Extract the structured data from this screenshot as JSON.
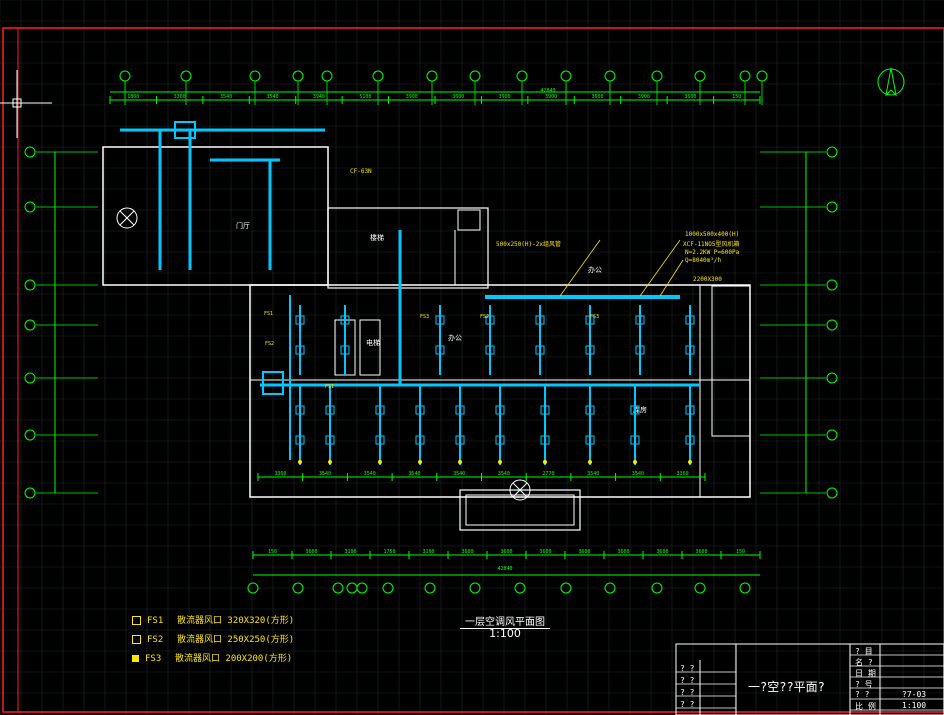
{
  "colors": {
    "background": "#000000",
    "frame": "#ff2020",
    "grid": "#1e2a2a",
    "walls": "#ffffff",
    "dimensions": "#00ff00",
    "ducts": "#00c8ff",
    "annotations": "#ffe600",
    "axis_bubbles": "#00ff00"
  },
  "north_arrow": {
    "icon": "north-arrow-icon"
  },
  "dimensions_top": [
    "1800",
    "3300",
    "3540",
    "3540",
    "3940",
    "5100",
    "3900",
    "3600",
    "3900",
    "3900",
    "3600",
    "3900",
    "3600",
    "150"
  ],
  "dimension_total_top": "42840",
  "dimensions_bottom": [
    "150",
    "3600",
    "3100",
    "1750",
    "3100",
    "3600",
    "3600",
    "3600",
    "3600",
    "3600",
    "3600",
    "3600",
    "150"
  ],
  "dimension_total_bottom": "42840",
  "dimensions_inner": [
    "3360",
    "3540",
    "3540",
    "3540",
    "3540",
    "3540",
    "2770",
    "3540",
    "3540",
    "3360"
  ],
  "room_labels": [
    "门厅",
    "楼梯",
    "电梯",
    "办公",
    "办公",
    "库房"
  ],
  "annotations": [
    "500x250(H)-2x组风管",
    "1000x500x400(H)",
    "XCF-11NO5型风机箱",
    "N=2.2KW P=600Pa",
    "Q=8040m³/h",
    "2200X300",
    "CF-63N"
  ],
  "fan_tags": [
    "FS1",
    "FS2",
    "FS3"
  ],
  "legend": [
    {
      "code": "FS1",
      "desc": "散流器风口 320X320(方形)"
    },
    {
      "code": "FS2",
      "desc": "散流器风口 250X250(方形)"
    },
    {
      "code": "FS3",
      "desc": "散流器风口 200X200(方形)"
    }
  ],
  "drawing_title": "一层空调风平面图",
  "drawing_scale": "1:100",
  "title_block": {
    "drawing_name": "一?空??平面?",
    "rows_left": [
      "?  ?",
      "?  ?",
      "?  ?",
      "?  ?"
    ],
    "rows_right_labels": [
      "?  目",
      "名  ?",
      "日  期",
      "?  号",
      "?  ?",
      "比  例"
    ],
    "rows_right_values": [
      "",
      "",
      "",
      "",
      "?7-03",
      "1:100"
    ]
  }
}
